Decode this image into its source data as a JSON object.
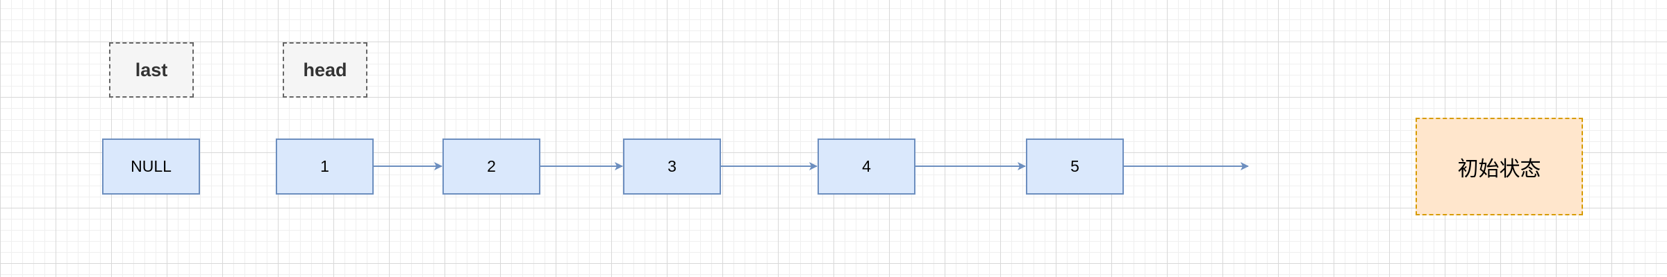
{
  "diagram": {
    "pointers": [
      {
        "id": "last",
        "label": "last"
      },
      {
        "id": "head",
        "label": "head"
      }
    ],
    "nodes": [
      {
        "id": "null",
        "label": "NULL"
      },
      {
        "id": "n1",
        "label": "1"
      },
      {
        "id": "n2",
        "label": "2"
      },
      {
        "id": "n3",
        "label": "3"
      },
      {
        "id": "n4",
        "label": "4"
      },
      {
        "id": "n5",
        "label": "5"
      }
    ],
    "edges": [
      {
        "from": "1",
        "to": "2"
      },
      {
        "from": "2",
        "to": "3"
      },
      {
        "from": "3",
        "to": "4"
      },
      {
        "from": "4",
        "to": "5"
      },
      {
        "from": "5",
        "to": ""
      }
    ],
    "state_label": "初始状态",
    "colors": {
      "node_fill": "#dae8fc",
      "node_stroke": "#6c8ebf",
      "pointer_fill": "#f5f5f5",
      "pointer_stroke": "#666666",
      "state_fill": "#ffe6cc",
      "state_stroke": "#d79b00",
      "edge": "#6c8ebf"
    }
  }
}
